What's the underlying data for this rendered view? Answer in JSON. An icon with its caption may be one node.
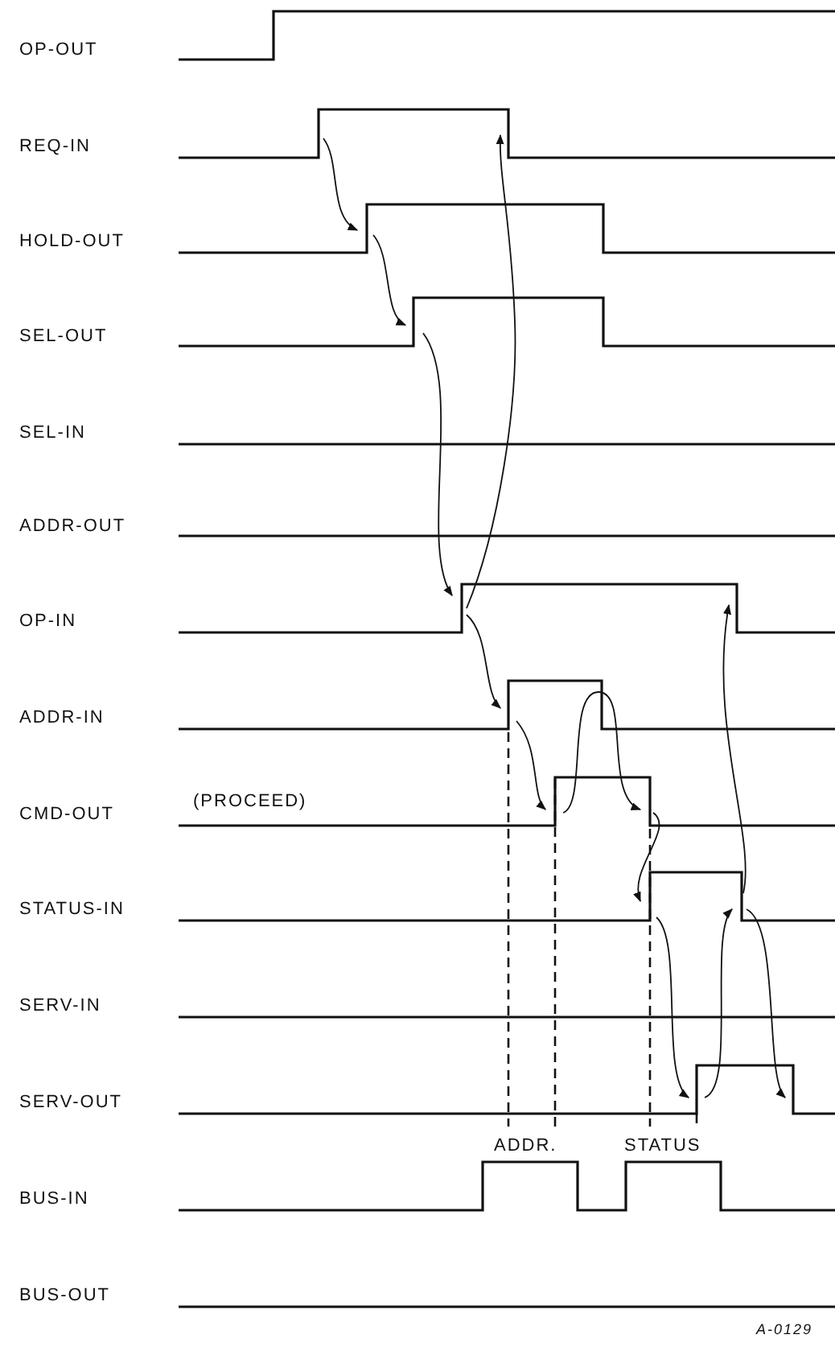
{
  "diagram": {
    "labels": [
      "OP-OUT",
      "REQ-IN",
      "HOLD-OUT",
      "SEL-OUT",
      "SEL-IN",
      "ADDR-OUT",
      "OP-IN",
      "ADDR-IN",
      "CMD-OUT",
      "(PROCEED)",
      "STATUS-IN",
      "SERV-IN",
      "SERV-OUT",
      "ADDR.",
      "STATUS",
      "BUS-IN",
      "BUS-OUT",
      "A-0129"
    ]
  }
}
